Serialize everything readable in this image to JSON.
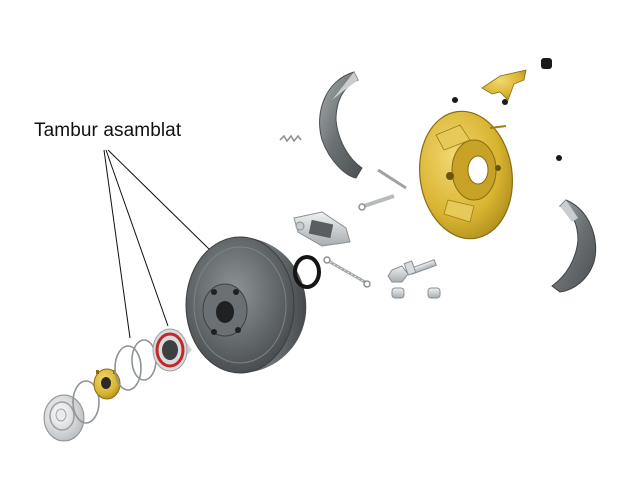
{
  "callout": {
    "label": "Tambur asamblat"
  },
  "colors": {
    "brass": "#d8b430",
    "drum": "#5f6466",
    "shoe": "#7f8487",
    "steel": "#cfd3d6",
    "bearing_seal": "#c0282a",
    "line": "#111111",
    "background": "#ffffff"
  },
  "parts": [
    "hub-cap",
    "circlip",
    "castle-nut",
    "snap-ring",
    "snap-ring",
    "wheel-bearing",
    "brake-drum",
    "o-ring",
    "return-spring",
    "wheel-cylinder",
    "brake-shoe-upper",
    "adjuster-strut",
    "backing-plate",
    "brake-shoe-lower",
    "lever",
    "bolt",
    "nut",
    "plug"
  ]
}
